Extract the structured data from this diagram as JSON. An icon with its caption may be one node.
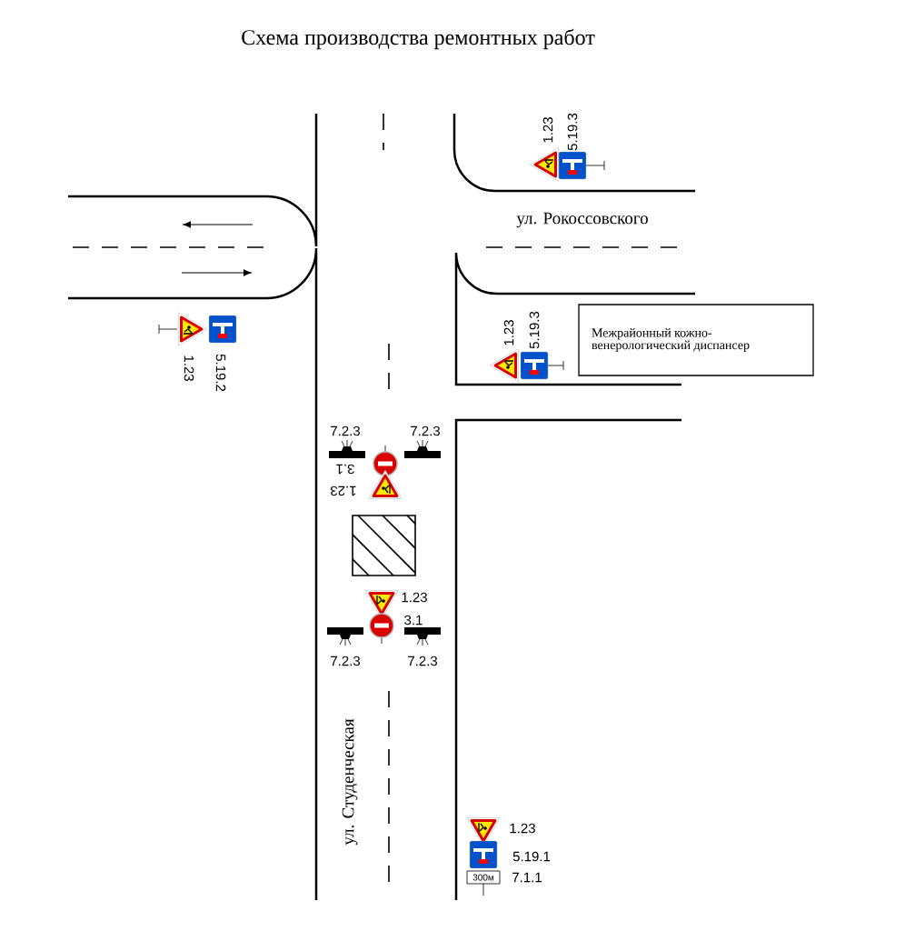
{
  "diagram": {
    "title": "Схема производства ремонтных работ",
    "nodes": [
      {
        "text": [
          "Межрайонный кожно-венерологический диспансер"
        ]
      },
      {
        "text": [],
        "shape": "box"
      }
    ],
    "labels": [
      "1.23",
      "5.19.3",
      "ул. Рокоссовского",
      "1.23",
      "5.19.2",
      "1.23",
      "5.19.3",
      "7.2.3",
      "7.2.3",
      "3.1",
      "1.23",
      "1.23",
      "3.1",
      "7.2.3",
      "7.2.3",
      "ул. Студенческая",
      "1.23",
      "5.19.1",
      "300м",
      "7.1.1"
    ]
  }
}
